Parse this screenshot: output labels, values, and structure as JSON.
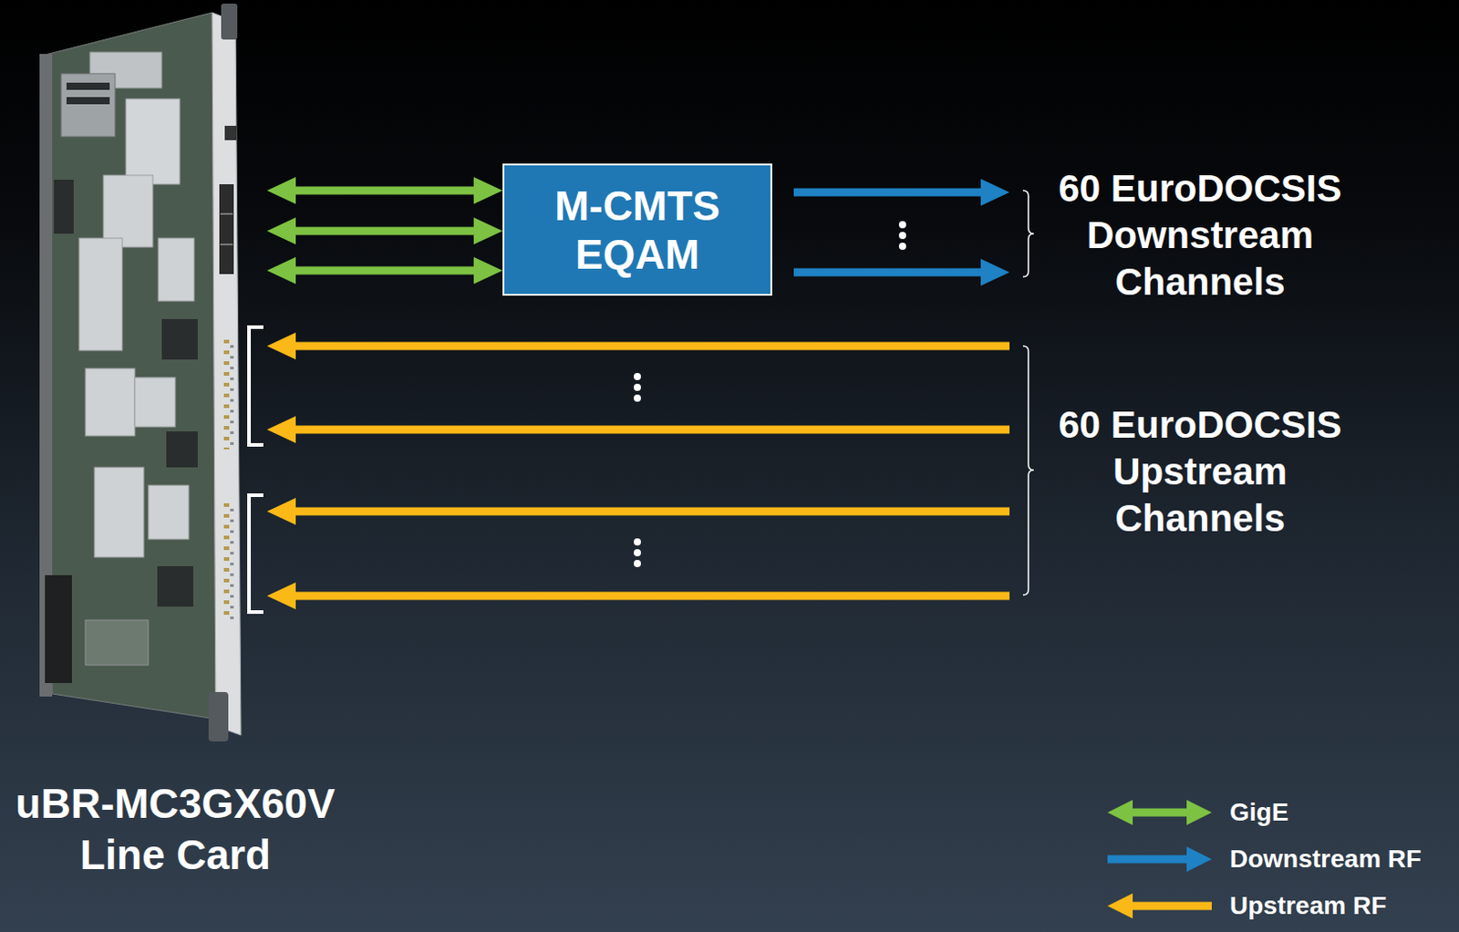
{
  "diagram": {
    "nodes": [
      {
        "text": [
          "uBR-MC3GX60V Line Card"
        ]
      },
      {
        "text": [
          "M-CMTS EQAM"
        ]
      }
    ],
    "edges": [
      {
        "from": 0,
        "to": 1,
        "arrow": "both"
      },
      {
        "from": 0,
        "to": 1,
        "arrow": "both"
      },
      {
        "from": 0,
        "to": 1,
        "arrow": "both"
      }
    ],
    "labels": [
      "60 EuroDOCSIS Downstream Channels",
      "60 EuroDOCSIS Upstream Channels"
    ],
    "legend": [
      {
        "text": "GigE",
        "color": "#7dc242"
      },
      {
        "text": "Downstream RF",
        "color": "#1e82c4"
      },
      {
        "text": "Upstream RF",
        "color": "#fbb917"
      }
    ]
  }
}
